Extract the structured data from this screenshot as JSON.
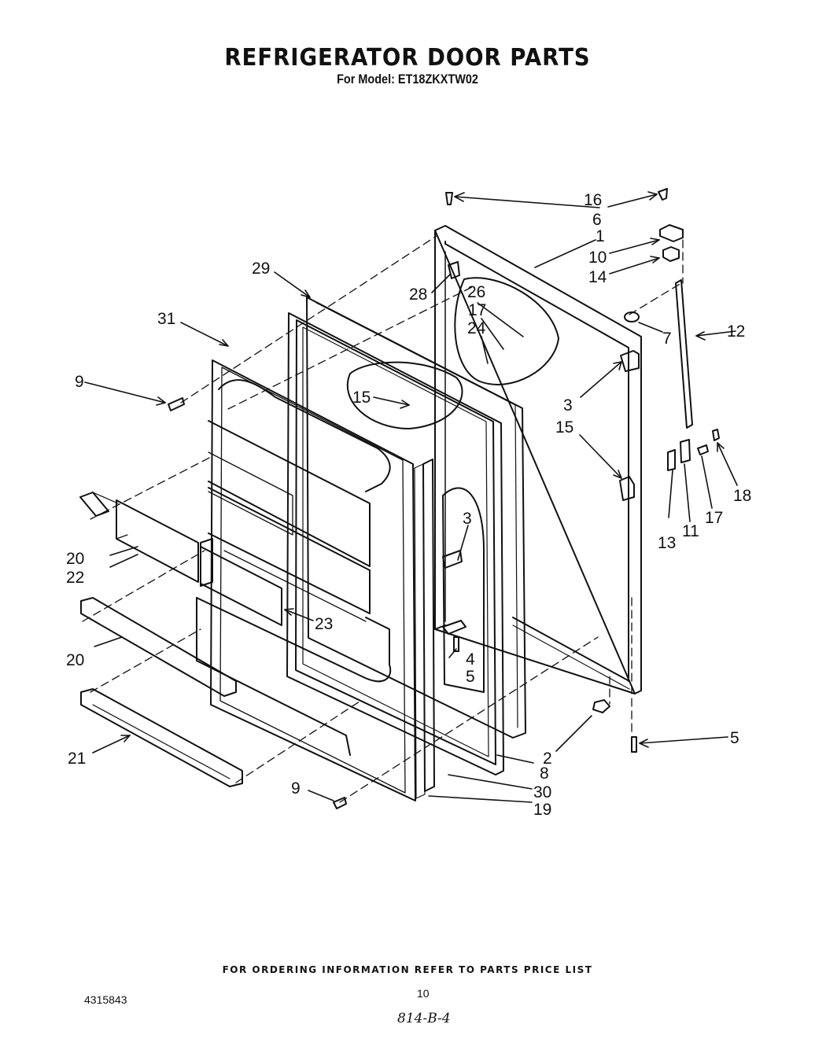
{
  "header": {
    "title": "REFRIGERATOR DOOR PARTS",
    "subtitle": "For Model: ET18ZKXTW02"
  },
  "callouts": [
    "16",
    "6",
    "1",
    "10",
    "14",
    "29",
    "28",
    "26",
    "17",
    "24",
    "31",
    "7",
    "12",
    "9",
    "15",
    "3",
    "15",
    "18",
    "13",
    "11",
    "17",
    "3",
    "20",
    "22",
    "23",
    "20",
    "4",
    "5",
    "21",
    "2",
    "5",
    "8",
    "9",
    "30",
    "19"
  ],
  "footer": {
    "ordering_note": "FOR ORDERING INFORMATION REFER TO PARTS PRICE LIST",
    "page_number": "10",
    "doc_number": "4315843",
    "handwritten_note": "814-B-4"
  }
}
